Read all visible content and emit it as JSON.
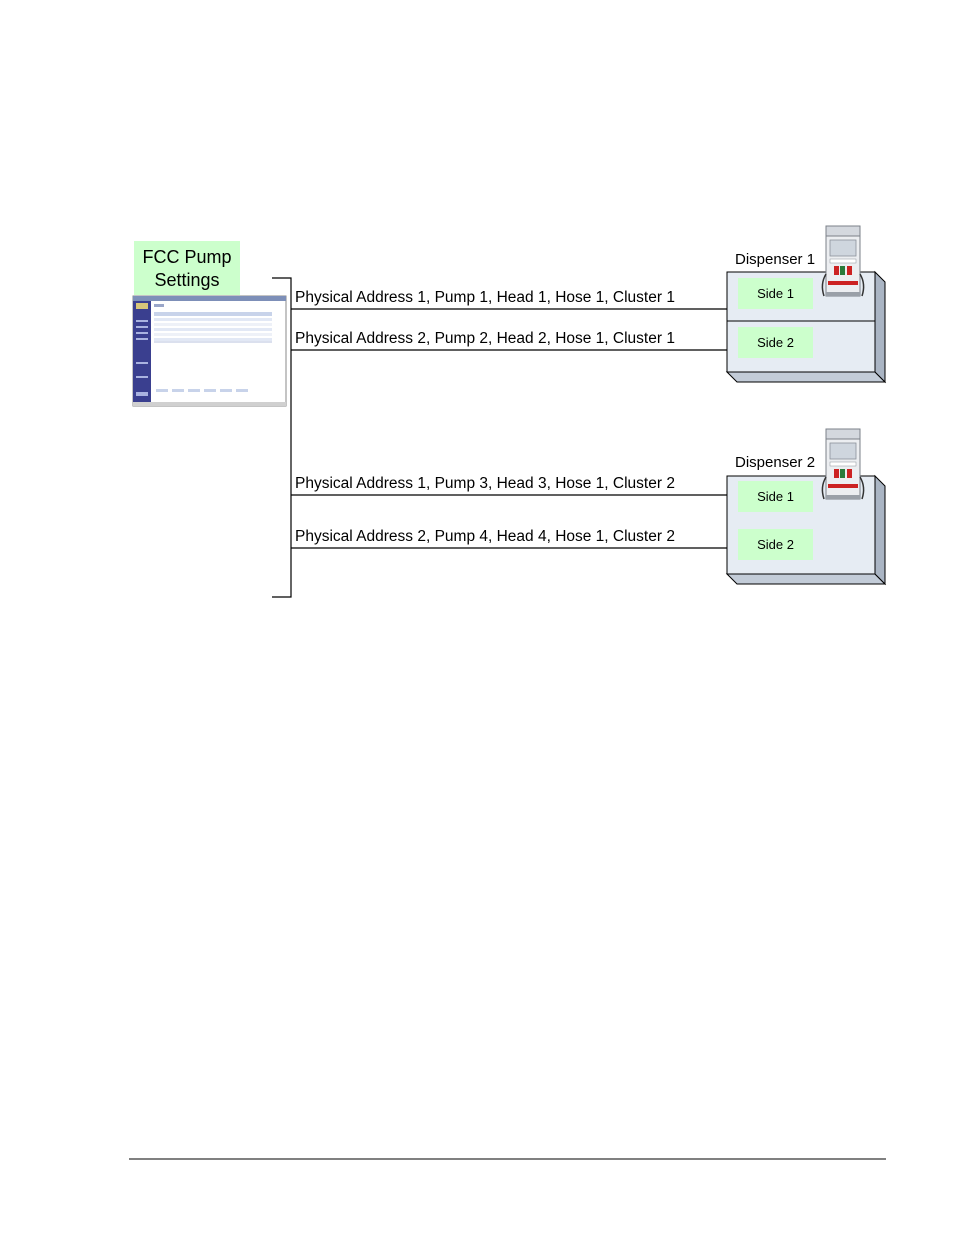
{
  "settings_box": {
    "title_line1": "FCC Pump",
    "title_line2": "Settings"
  },
  "connections": [
    {
      "label": "Physical Address 1, Pump 1, Head 1, Hose 1, Cluster 1"
    },
    {
      "label": "Physical Address 2, Pump 2, Head 2, Hose 1, Cluster 1"
    },
    {
      "label": "Physical Address 1, Pump 3, Head 3, Hose 1, Cluster 2"
    },
    {
      "label": "Physical Address 2, Pump 4, Head 4, Hose 1, Cluster 2"
    }
  ],
  "dispensers": [
    {
      "name": "Dispenser 1",
      "sides": [
        "Side 1",
        "Side 2"
      ]
    },
    {
      "name": "Dispenser 2",
      "sides": [
        "Side 1",
        "Side 2"
      ]
    }
  ],
  "colors": {
    "label_fill": "#ccffcc",
    "side_fill": "#ccffcc",
    "dispenser_face": "#e6ecf3",
    "dispenser_shade": "#c3ccd8",
    "line": "#000000",
    "screenshot_sidebar": "#3a3f8f"
  }
}
